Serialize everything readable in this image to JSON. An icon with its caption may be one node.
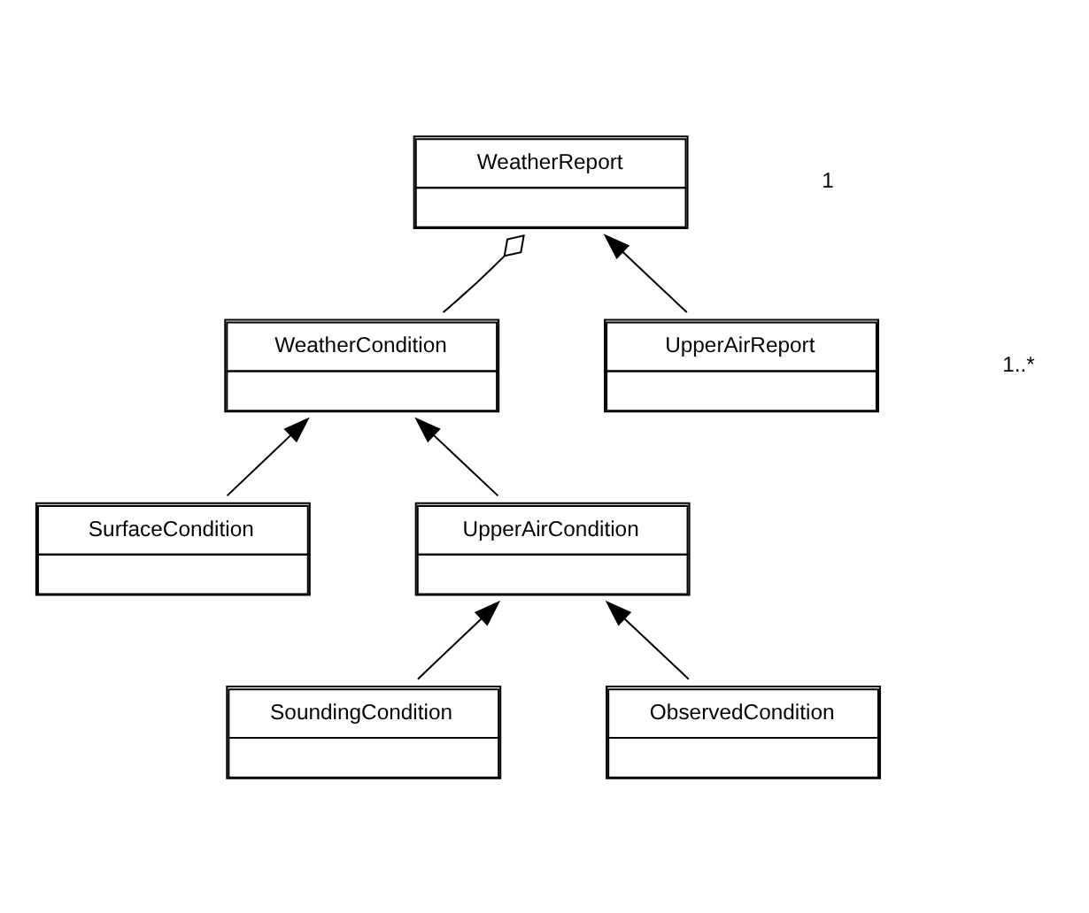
{
  "diagram": {
    "nodes": [
      {
        "text": [
          "WeatherReport"
        ]
      },
      {
        "text": [
          "WeatherCondition"
        ]
      },
      {
        "text": [
          "UpperAirReport"
        ]
      },
      {
        "text": [
          "SurfaceCondition"
        ]
      },
      {
        "text": [
          "UpperAirCondition"
        ]
      },
      {
        "text": [
          "SoundingCondition"
        ]
      },
      {
        "text": [
          "ObservedCondition"
        ]
      }
    ],
    "edges": [
      {
        "from": 0,
        "to": 1,
        "arrow": "other"
      },
      {
        "from": 2,
        "to": 0,
        "arrow": "to"
      },
      {
        "from": 3,
        "to": 1,
        "arrow": "to"
      },
      {
        "from": 4,
        "to": 1,
        "arrow": "to"
      },
      {
        "from": 5,
        "to": 4,
        "arrow": "to"
      },
      {
        "from": 6,
        "to": 4,
        "arrow": "to"
      }
    ],
    "labels": [
      "1",
      "1..*"
    ]
  }
}
